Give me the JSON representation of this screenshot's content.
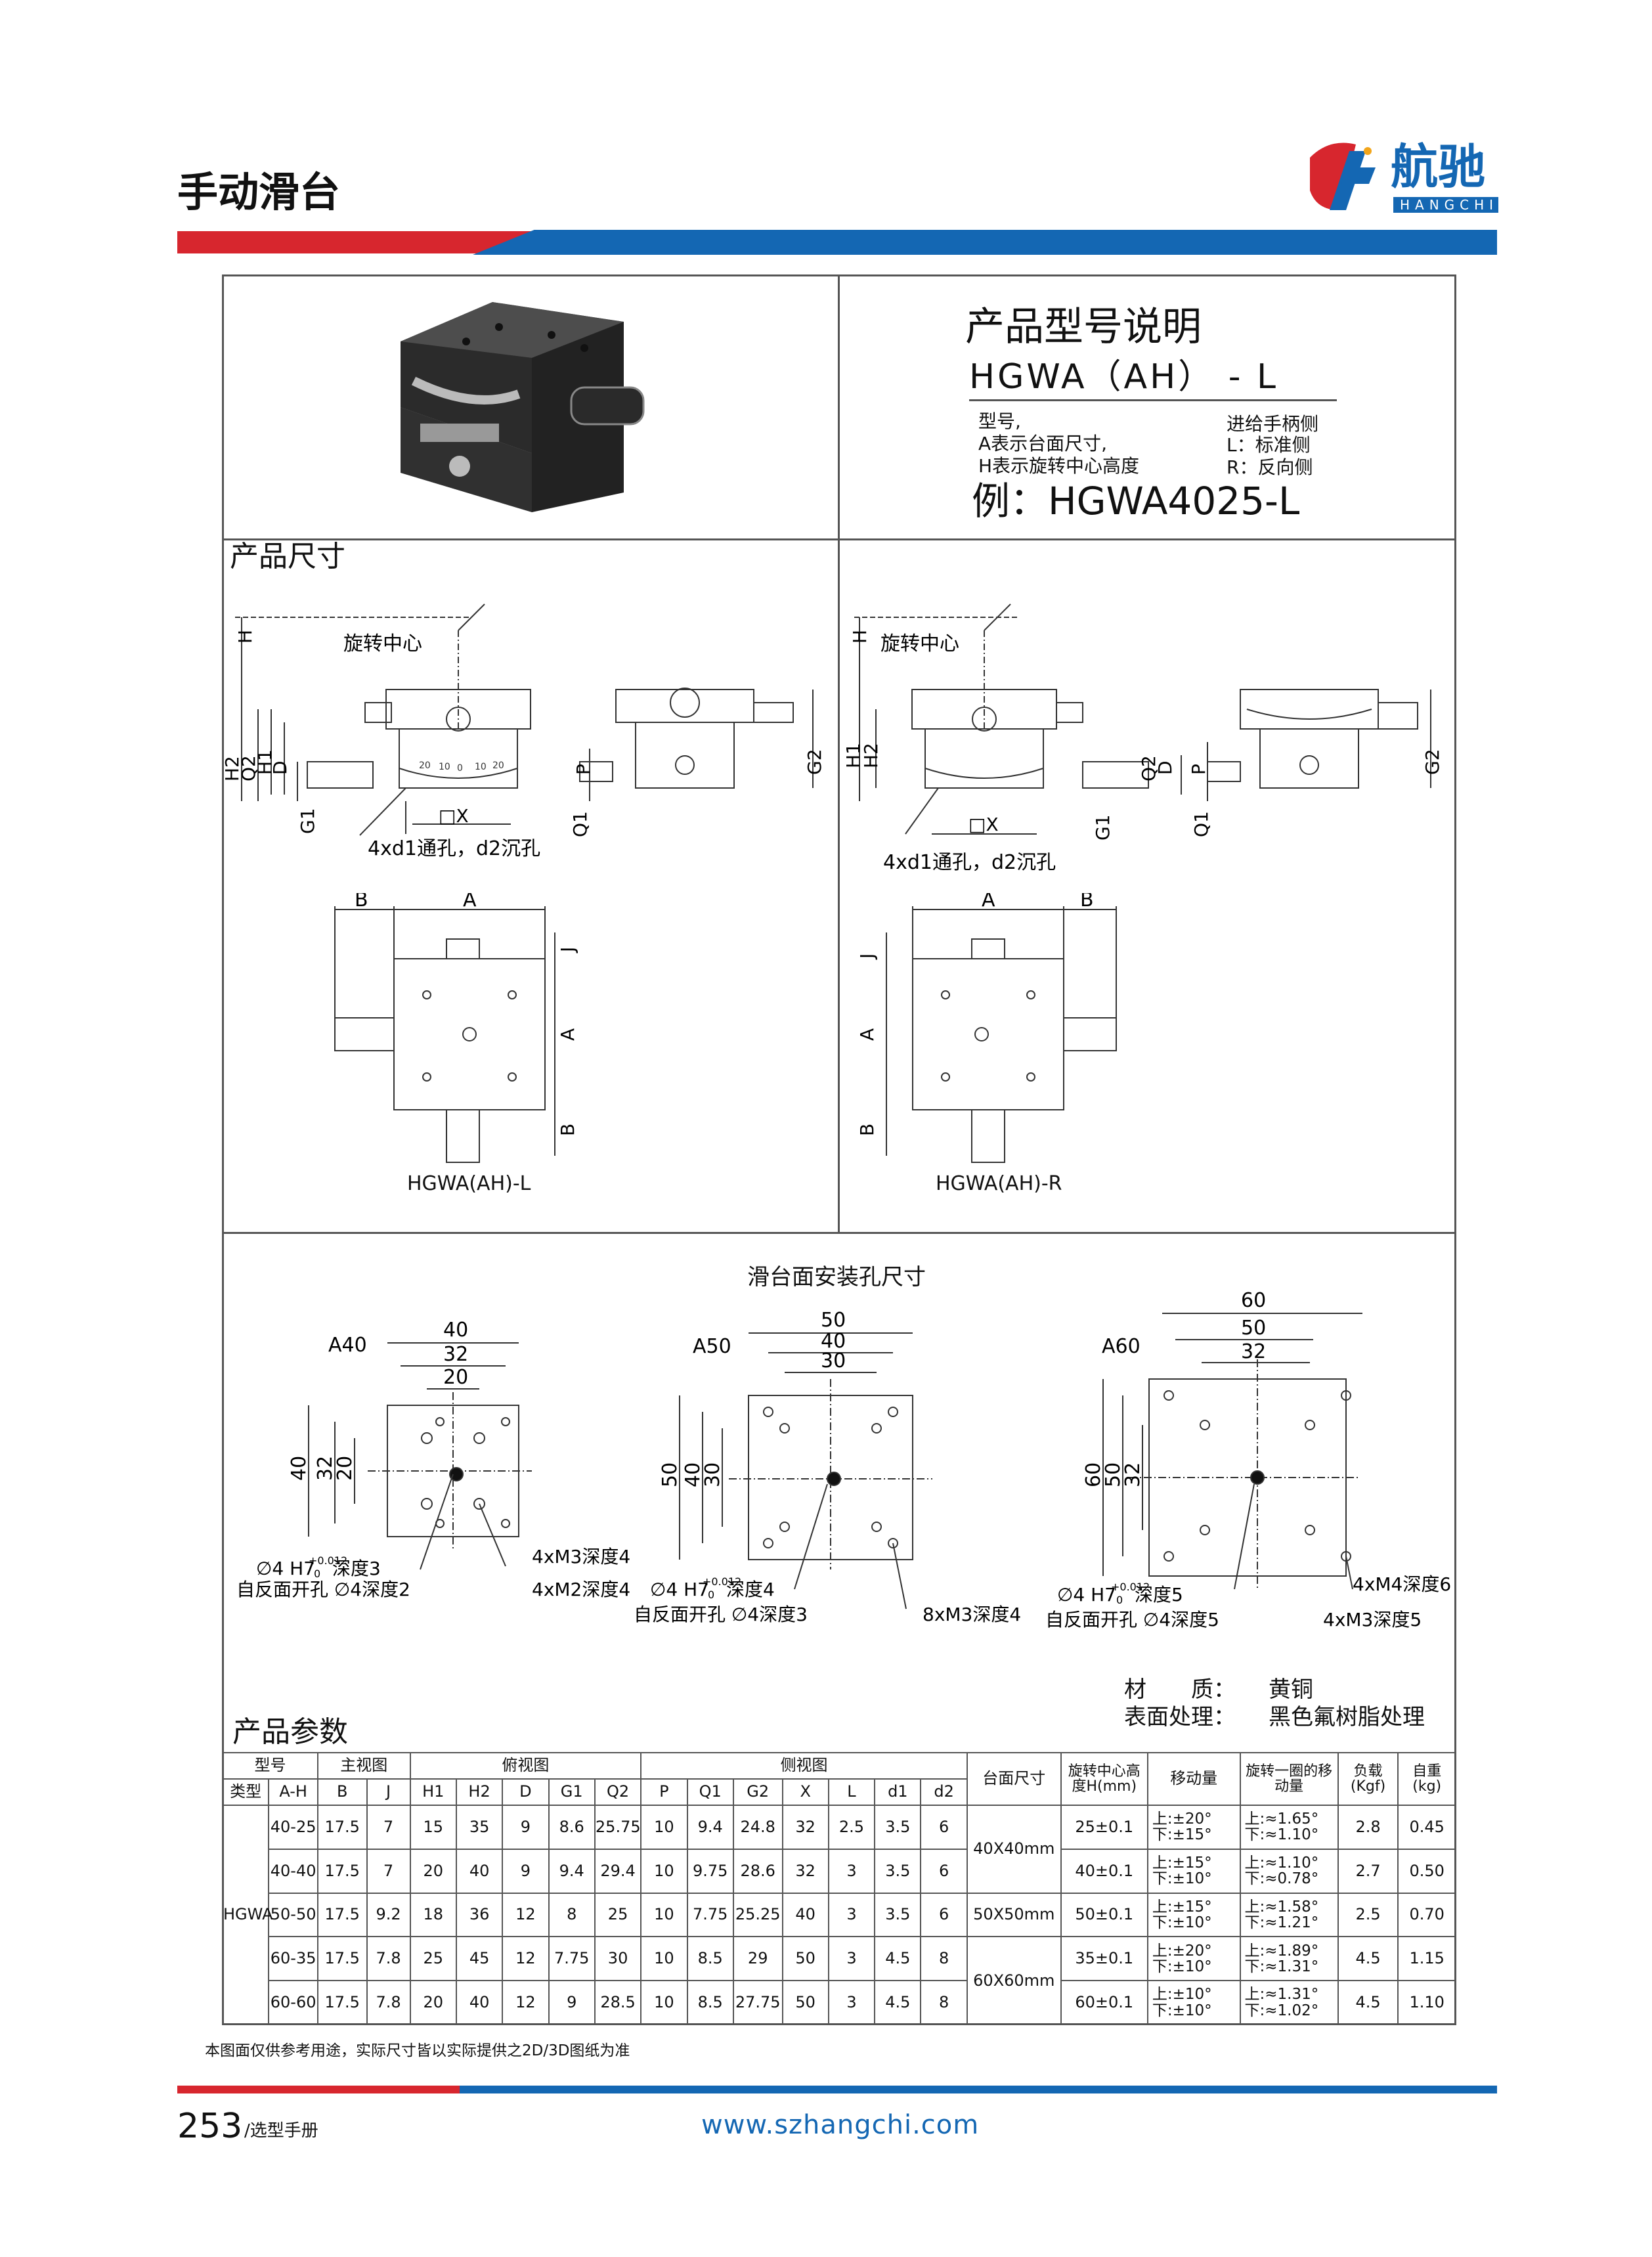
{
  "header": {
    "section_title": "手动滑台",
    "brand": "航驰",
    "brand_sub": "HANGCHI",
    "accent": "#d7262e",
    "blue": "#1467b3"
  },
  "naming": {
    "title": "产品型号说明",
    "code": "HGWA（AH） - L",
    "left_1": "型号,",
    "left_2": "A表示台面尺寸,",
    "left_3": "H表示旋转中心高度",
    "right_1": "进给手柄侧",
    "right_2": "L：标准侧",
    "right_3": "R：反向侧",
    "example": "例：HGWA4025-L"
  },
  "dims": {
    "title": "产品尺寸",
    "rotation_center": "旋转中心",
    "holes_note": "4xd1通孔，d2沉孔",
    "square_x": "□X",
    "labels": {
      "H": "H",
      "H1": "H1",
      "H2": "H2",
      "Q1": "Q1",
      "Q2": "Q2",
      "D": "D",
      "G1": "G1",
      "G2": "G2",
      "P": "P",
      "A": "A",
      "B": "B",
      "J": "J"
    },
    "scale_ticks": [
      "20",
      "10",
      "0",
      "10",
      "20"
    ],
    "left_caption": "HGWA(AH)-L",
    "right_caption": "HGWA(AH)-R"
  },
  "mount": {
    "title": "滑台面安装孔尺寸",
    "a40": {
      "label": "A40",
      "d1": "40",
      "d2": "32",
      "d3": "20",
      "n1": "∅4 H7",
      "tol_up": "+0.012",
      "tol_low": "0",
      "n1b": "深度3",
      "n2": "自反面开孔 ∅4深度2",
      "n3": "4xM3深度4",
      "n4": "4xM2深度4"
    },
    "a50": {
      "label": "A50",
      "d1": "50",
      "d2": "40",
      "d3": "30",
      "n1": "∅4 H7",
      "tol_up": "+0.012",
      "tol_low": "0",
      "n1b": "深度4",
      "n2": "自反面开孔 ∅4深度3",
      "n3": "8xM3深度4"
    },
    "a60": {
      "label": "A60",
      "d1": "60",
      "d2": "50",
      "d3": "32",
      "n1": "∅4 H7",
      "tol_up": "+0.012",
      "tol_low": "0",
      "n1b": "深度5",
      "n2": "自反面开孔 ∅4深度5",
      "n3": "4xM4深度6",
      "n4": "4xM3深度5"
    }
  },
  "material": {
    "label1": "材　　质：",
    "value1": "黄铜",
    "label2": "表面处理：",
    "value2": "黑色氟树脂处理"
  },
  "params": {
    "title": "产品参数",
    "groups": {
      "model": "型号",
      "front": "主视图",
      "top": "俯视图",
      "side": "侧视图",
      "table_size": "台面尺寸",
      "rot_center": "旋转中心高度H(mm)",
      "travel": "移动量",
      "per_rev": "旋转一圈的移动量",
      "load": "负载(Kgf)",
      "weight": "自重(kg)"
    },
    "cols": [
      "类型",
      "A-H",
      "B",
      "J",
      "H1",
      "H2",
      "D",
      "G1",
      "Q2",
      "P",
      "Q1",
      "G2",
      "X",
      "L",
      "d1",
      "d2"
    ],
    "type": "HGWA",
    "rows": [
      [
        "40-25",
        "17.5",
        "7",
        "15",
        "35",
        "9",
        "8.6",
        "25.75",
        "10",
        "9.4",
        "24.8",
        "32",
        "2.5",
        "3.5",
        "6",
        "25±0.1",
        "上:±20°",
        "下:±15°",
        "上:≈1.65°",
        "下:≈1.10°",
        "2.8",
        "0.45"
      ],
      [
        "40-40",
        "17.5",
        "7",
        "20",
        "40",
        "9",
        "9.4",
        "29.4",
        "10",
        "9.75",
        "28.6",
        "32",
        "3",
        "3.5",
        "6",
        "40±0.1",
        "上:±15°",
        "下:±10°",
        "上:≈1.10°",
        "下:≈0.78°",
        "2.7",
        "0.50"
      ],
      [
        "50-50",
        "17.5",
        "9.2",
        "18",
        "36",
        "12",
        "8",
        "25",
        "10",
        "7.75",
        "25.25",
        "40",
        "3",
        "3.5",
        "6",
        "50±0.1",
        "上:±15°",
        "下:±10°",
        "上:≈1.58°",
        "下:≈1.21°",
        "2.5",
        "0.70"
      ],
      [
        "60-35",
        "17.5",
        "7.8",
        "25",
        "45",
        "12",
        "7.75",
        "30",
        "10",
        "8.5",
        "29",
        "50",
        "3",
        "4.5",
        "8",
        "35±0.1",
        "上:±20°",
        "下:±10°",
        "上:≈1.89°",
        "下:≈1.31°",
        "4.5",
        "1.15"
      ],
      [
        "60-60",
        "17.5",
        "7.8",
        "20",
        "40",
        "12",
        "9",
        "28.5",
        "10",
        "8.5",
        "27.75",
        "50",
        "3",
        "4.5",
        "8",
        "60±0.1",
        "上:±10°",
        "下:±10°",
        "上:≈1.31°",
        "下:≈1.02°",
        "4.5",
        "1.10"
      ]
    ],
    "table_sizes": [
      "40X40mm",
      "50X50mm",
      "60X60mm"
    ]
  },
  "footer": {
    "note": "本图面仅供参考用途，实际尺寸皆以实际提供之2D/3D图纸为准",
    "page": "253",
    "page_suffix": "/选型手册",
    "url": "www.szhangchi.com"
  }
}
